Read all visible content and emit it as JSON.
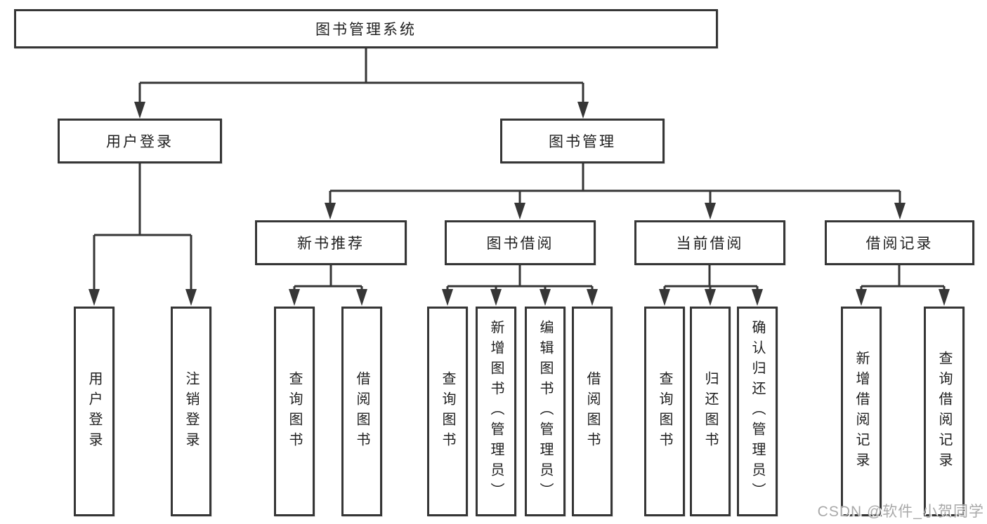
{
  "page": {
    "watermark": "CSDN @软件_小贺同学"
  },
  "diagram": {
    "type": "hierarchy-tree",
    "colors": {
      "line": "#363636",
      "box_border": "#363636",
      "box_background": "#ffffff",
      "text": "#1f1f1f",
      "watermark_text": "#a9a9a9"
    },
    "root": {
      "label": "图书管理系统"
    },
    "level2": [
      {
        "label": "用户登录"
      },
      {
        "label": "图书管理"
      }
    ],
    "level3": [
      {
        "label": "新书推荐",
        "parent": "图书管理"
      },
      {
        "label": "图书借阅",
        "parent": "图书管理"
      },
      {
        "label": "当前借阅",
        "parent": "图书管理"
      },
      {
        "label": "借阅记录",
        "parent": "图书管理"
      }
    ],
    "leaves": [
      {
        "label": "用户登录",
        "parent": "用户登录"
      },
      {
        "label": "注销登录",
        "parent": "用户登录"
      },
      {
        "label": "查询图书",
        "parent": "新书推荐"
      },
      {
        "label": "借阅图书",
        "parent": "新书推荐"
      },
      {
        "label": "查询图书",
        "parent": "图书借阅"
      },
      {
        "label": "新增图书（管理员）",
        "parent": "图书借阅"
      },
      {
        "label": "编辑图书（管理员）",
        "parent": "图书借阅"
      },
      {
        "label": "借阅图书",
        "parent": "图书借阅"
      },
      {
        "label": "查询图书",
        "parent": "当前借阅"
      },
      {
        "label": "归还图书",
        "parent": "当前借阅"
      },
      {
        "label": "确认归还（管理员）",
        "parent": "当前借阅"
      },
      {
        "label": "新增借阅记录",
        "parent": "借阅记录"
      },
      {
        "label": "查询借阅记录",
        "parent": "借阅记录"
      }
    ],
    "hierarchy": {
      "图书管理系统": [
        "用户登录",
        "图书管理"
      ],
      "用户登录": [
        "用户登录",
        "注销登录"
      ],
      "图书管理": [
        "新书推荐",
        "图书借阅",
        "当前借阅",
        "借阅记录"
      ],
      "新书推荐": [
        "查询图书",
        "借阅图书"
      ],
      "图书借阅": [
        "查询图书",
        "新增图书（管理员）",
        "编辑图书（管理员）",
        "借阅图书"
      ],
      "当前借阅": [
        "查询图书",
        "归还图书",
        "确认归还（管理员）"
      ],
      "借阅记录": [
        "新增借阅记录",
        "查询借阅记录"
      ]
    }
  }
}
